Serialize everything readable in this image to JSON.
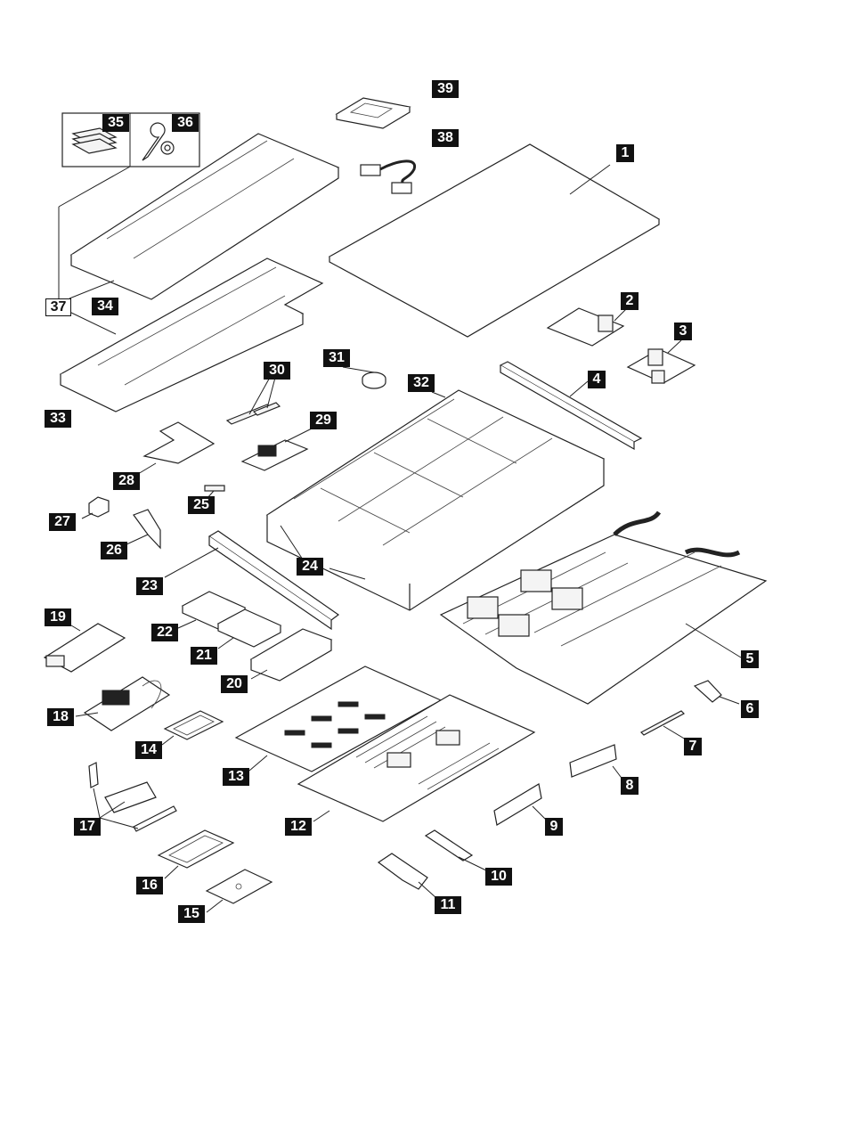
{
  "diagram": {
    "title": "",
    "callouts": [
      {
        "id": 1,
        "label": "1"
      },
      {
        "id": 2,
        "label": "2"
      },
      {
        "id": 3,
        "label": "3"
      },
      {
        "id": 4,
        "label": "4"
      },
      {
        "id": 5,
        "label": "5"
      },
      {
        "id": 6,
        "label": "6"
      },
      {
        "id": 7,
        "label": "7"
      },
      {
        "id": 8,
        "label": "8"
      },
      {
        "id": 9,
        "label": "9"
      },
      {
        "id": 10,
        "label": "10"
      },
      {
        "id": 11,
        "label": "11"
      },
      {
        "id": 12,
        "label": "12"
      },
      {
        "id": 13,
        "label": "13"
      },
      {
        "id": 14,
        "label": "14"
      },
      {
        "id": 15,
        "label": "15"
      },
      {
        "id": 16,
        "label": "16"
      },
      {
        "id": 17,
        "label": "17"
      },
      {
        "id": 18,
        "label": "18"
      },
      {
        "id": 19,
        "label": "19"
      },
      {
        "id": 20,
        "label": "20"
      },
      {
        "id": 21,
        "label": "21"
      },
      {
        "id": 22,
        "label": "22"
      },
      {
        "id": 23,
        "label": "23"
      },
      {
        "id": 24,
        "label": "24"
      },
      {
        "id": 25,
        "label": "25"
      },
      {
        "id": 26,
        "label": "26"
      },
      {
        "id": 27,
        "label": "27"
      },
      {
        "id": 28,
        "label": "28"
      },
      {
        "id": 29,
        "label": "29"
      },
      {
        "id": 30,
        "label": "30"
      },
      {
        "id": 31,
        "label": "31"
      },
      {
        "id": 32,
        "label": "32"
      },
      {
        "id": 33,
        "label": "33"
      },
      {
        "id": 34,
        "label": "34"
      },
      {
        "id": 35,
        "label": "35"
      },
      {
        "id": 36,
        "label": "36"
      },
      {
        "id": 37,
        "label": "37",
        "style": "outline"
      },
      {
        "id": 38,
        "label": "38"
      },
      {
        "id": 39,
        "label": "39"
      }
    ]
  },
  "colors": {
    "ink": "#111111",
    "background": "#ffffff"
  }
}
